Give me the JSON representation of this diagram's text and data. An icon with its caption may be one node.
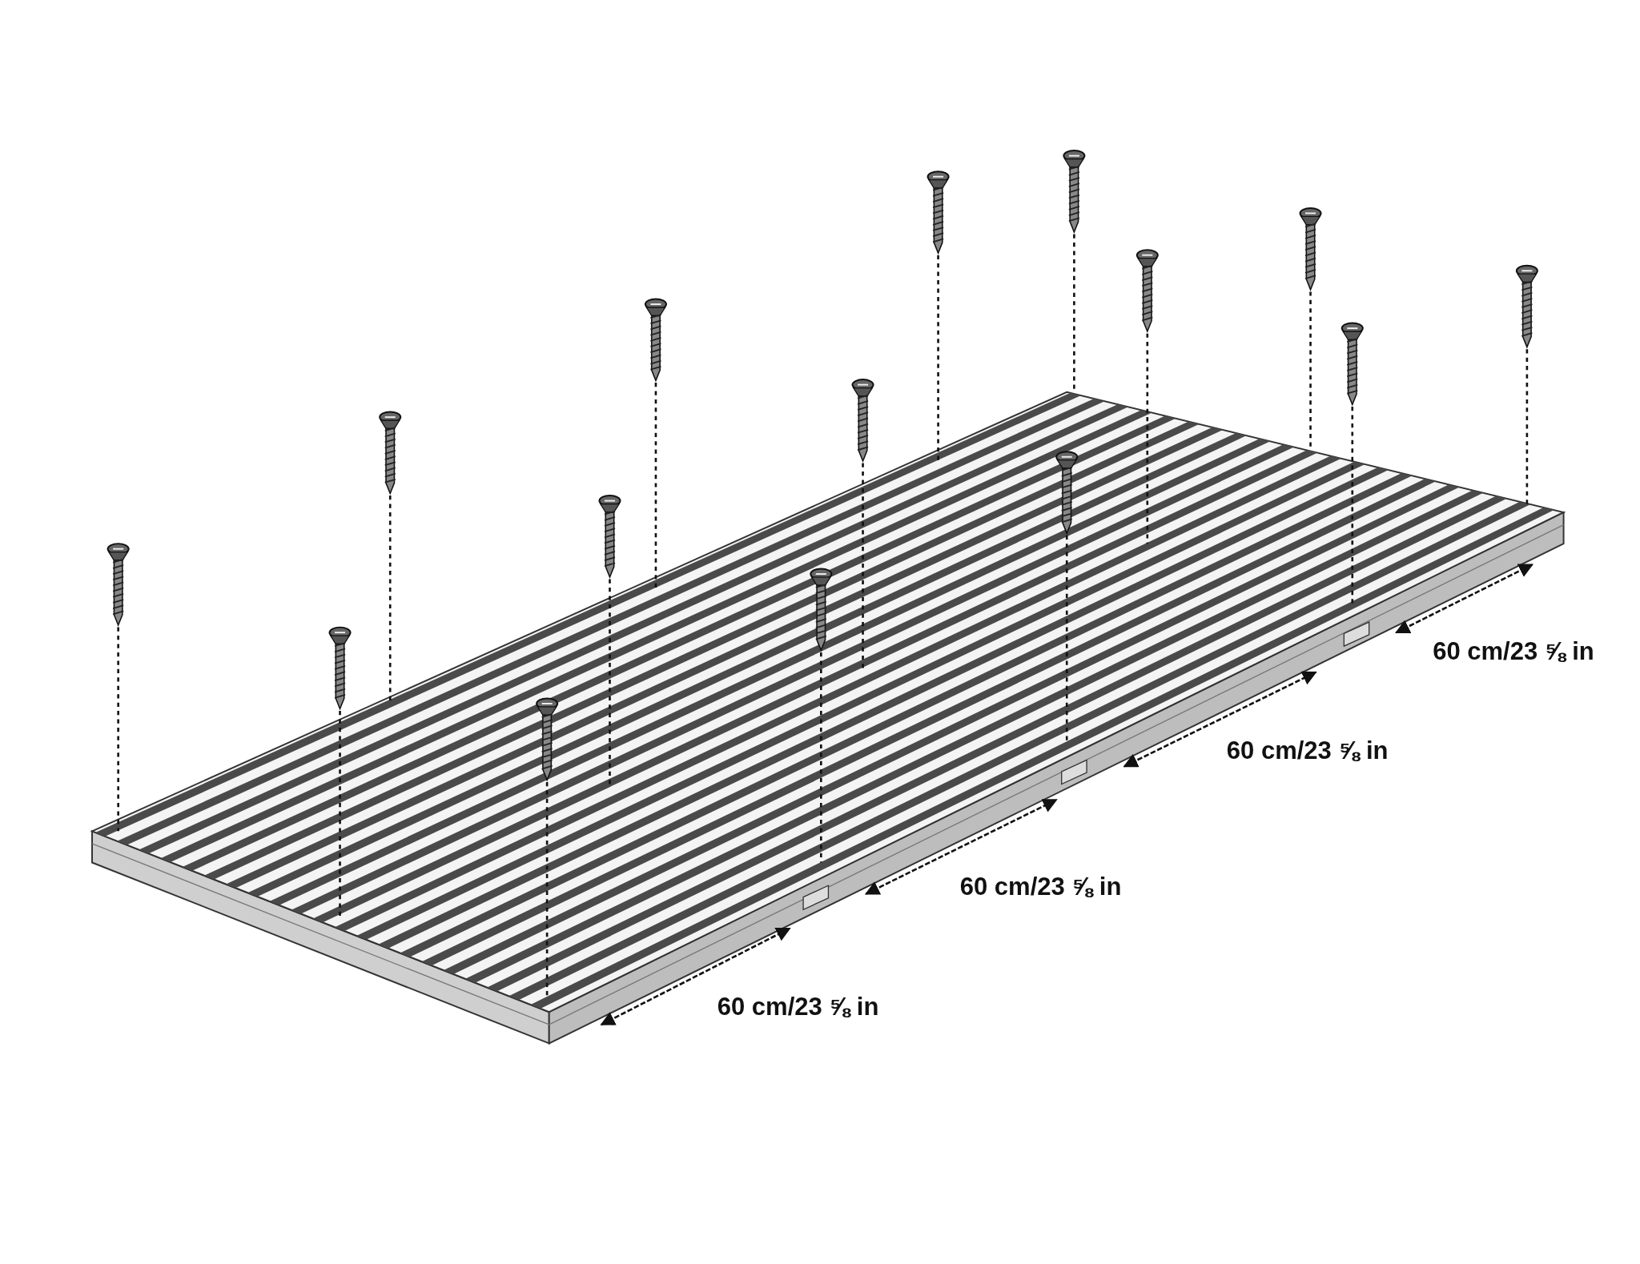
{
  "diagram": {
    "labels": [
      "60 cm/23 ⅝ in",
      "60 cm/23 ⅝ in",
      "60 cm/23 ⅝ in",
      "60 cm/23 ⅝ in"
    ]
  }
}
